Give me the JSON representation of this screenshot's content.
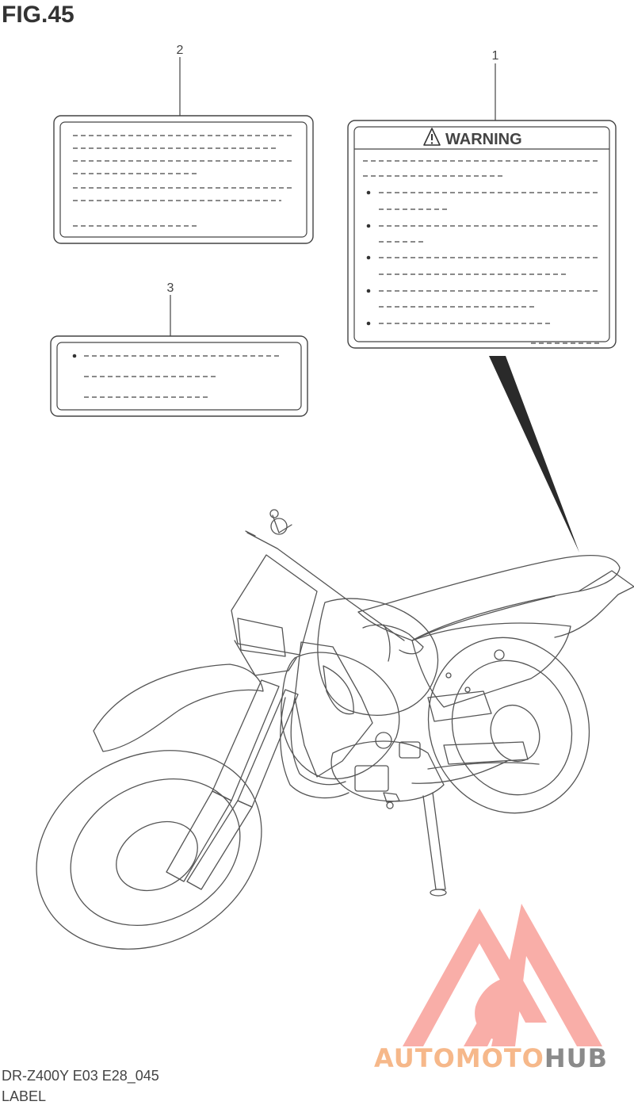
{
  "figure": {
    "title": "FIG.45",
    "model_code": "DR-Z400Y E03 E28_045",
    "section_label": "LABEL"
  },
  "callouts": [
    {
      "number": "1"
    },
    {
      "number": "2"
    },
    {
      "number": "3"
    }
  ],
  "labels": {
    "warning_label": {
      "heading": "WARNING",
      "bullet_count": 5
    },
    "label_3": {
      "bullet_count": 1
    }
  },
  "watermark": {
    "part1": "AUTO",
    "part2": "MOTO",
    "part3": "HUB",
    "colors": {
      "logo": "#f9a09a",
      "text_light": "#f6b88a",
      "text_dark": "#8a8a8a"
    }
  }
}
